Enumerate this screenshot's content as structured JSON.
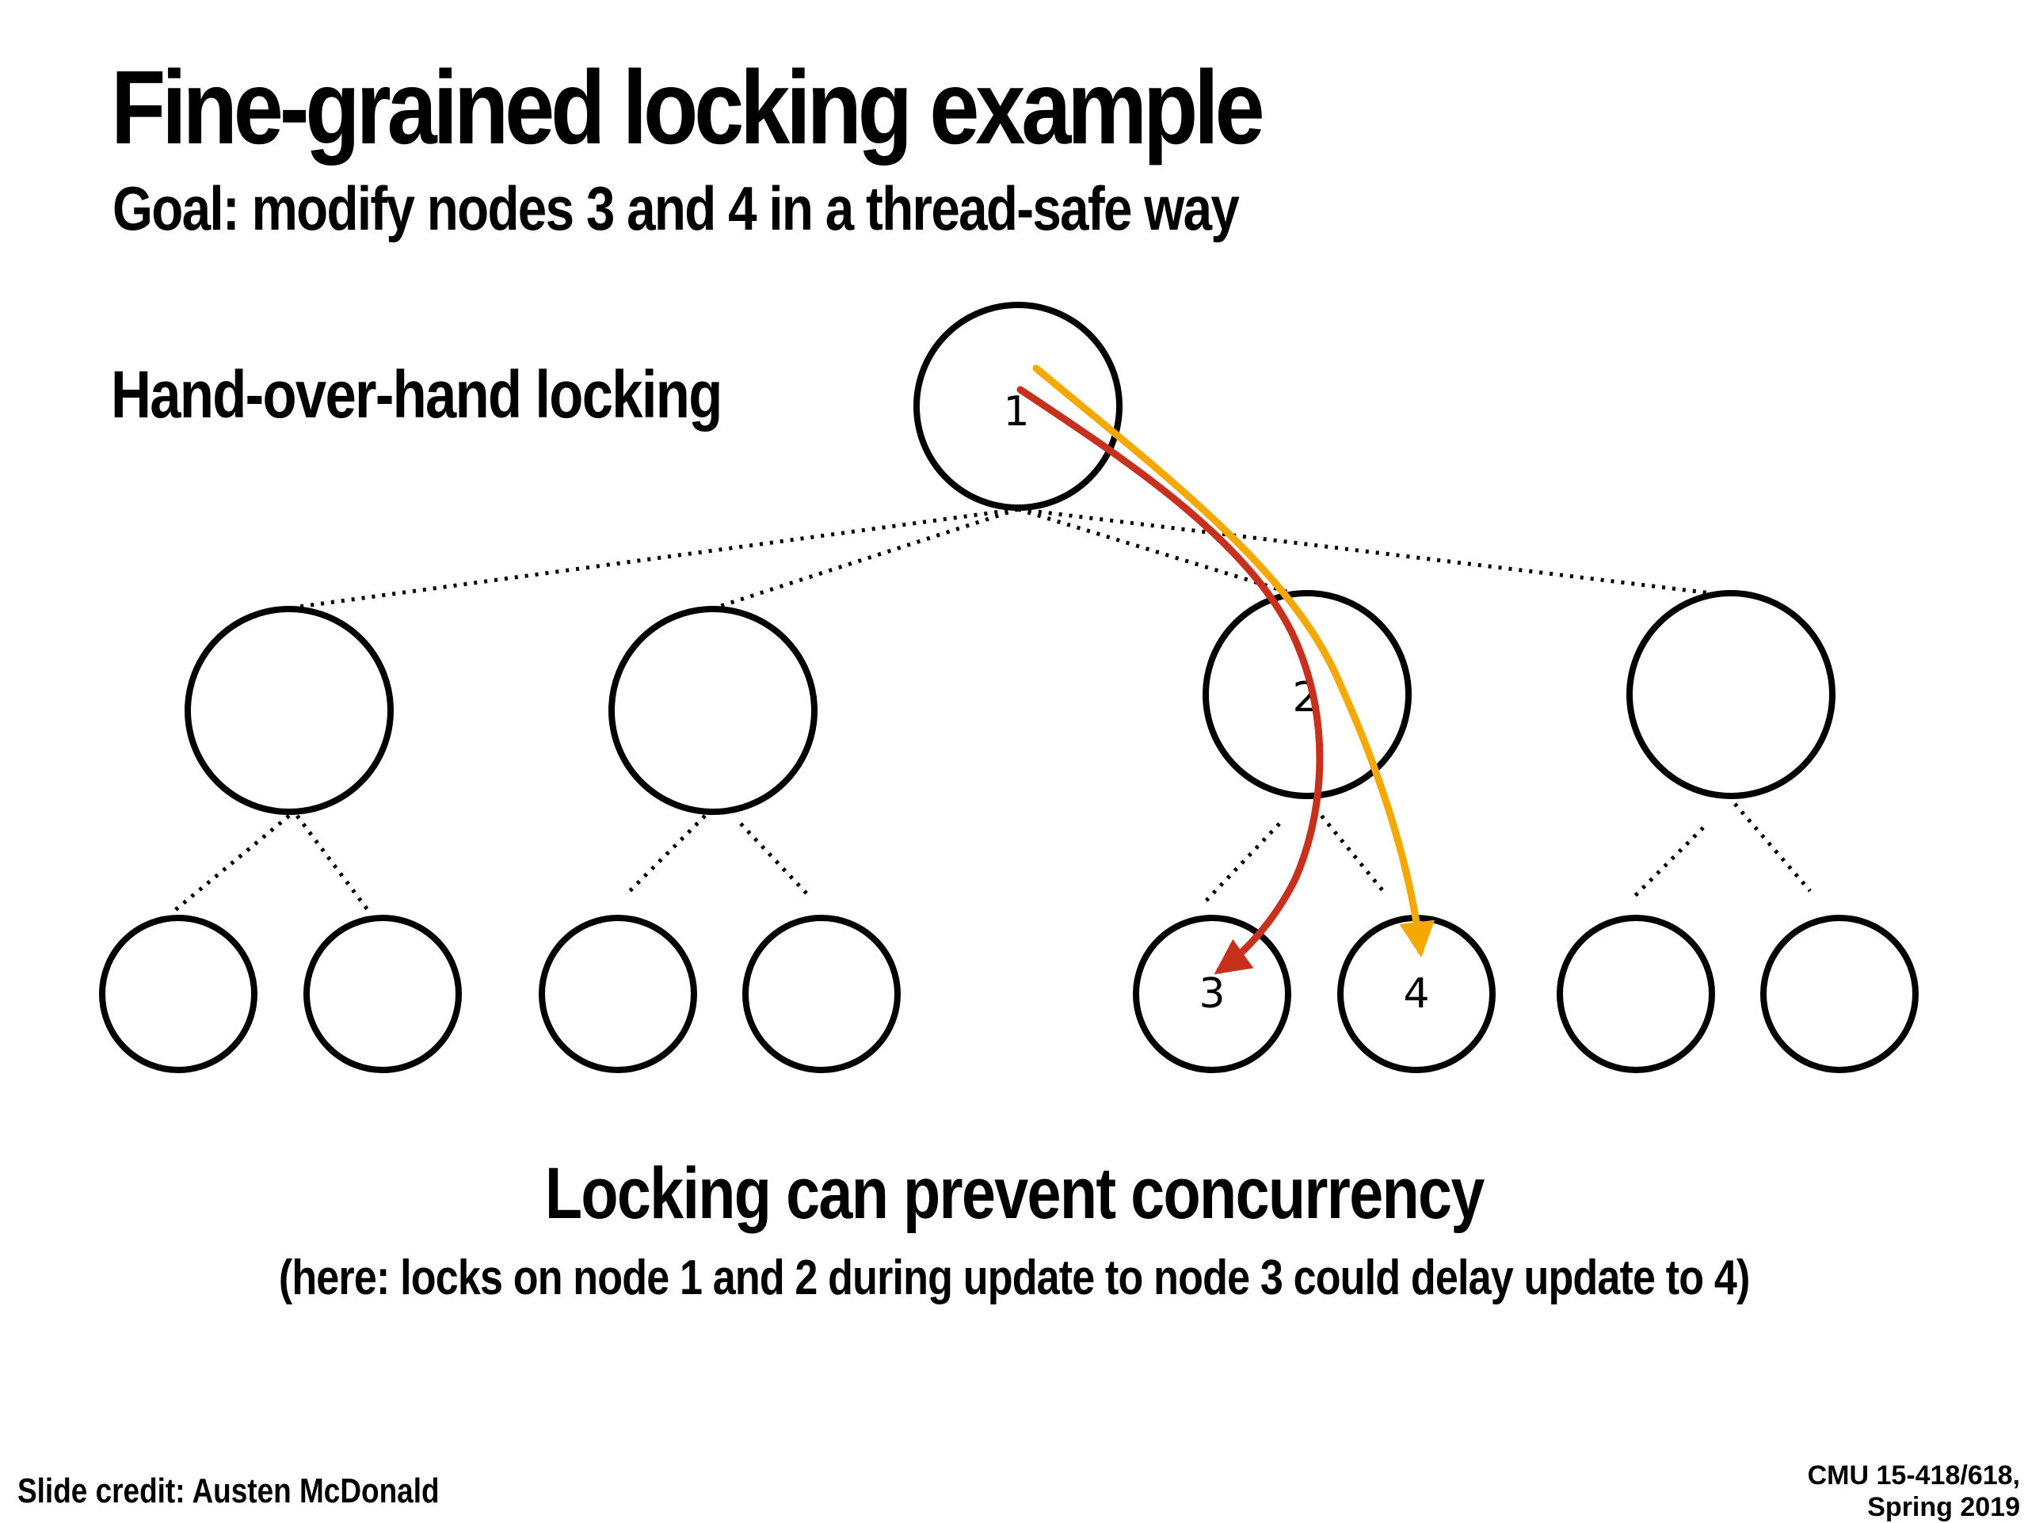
{
  "slide": {
    "title": "Fine-grained locking example",
    "subtitle": "Goal: modify nodes 3 and 4 in a thread-safe way",
    "side_label": "Hand-over-hand locking",
    "conclusion": "Locking can prevent concurrency",
    "conclusion_detail": "(here: locks on node 1 and 2 during update to node 3 could delay update to 4)",
    "credit": "Slide credit: Austen McDonald",
    "course_line1": "CMU 15-418/618,",
    "course_line2": "Spring 2019"
  },
  "tree": {
    "root_label": "1",
    "node2_label": "2",
    "node3_label": "3",
    "node4_label": "4"
  },
  "colors": {
    "path_to_3": "#c8301e",
    "path_to_4": "#f5a800",
    "edge": "#000000"
  }
}
